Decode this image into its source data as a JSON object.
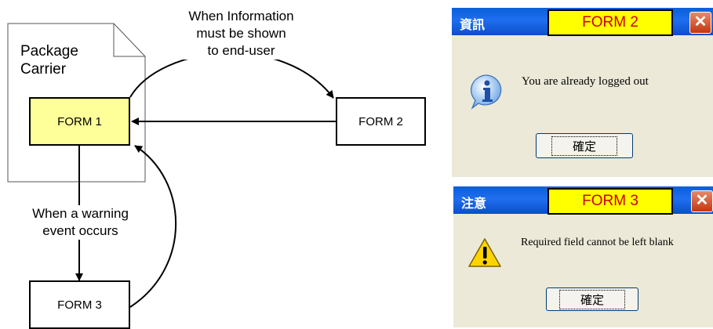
{
  "diagram": {
    "document_label": "Package\nCarrier",
    "form1": "FORM 1",
    "form2": "FORM 2",
    "form3": "FORM 3",
    "label_info": "When Information\nmust be shown\nto end-user",
    "label_warning": "When a warning\nevent occurs"
  },
  "dialog_info": {
    "title": "資訊",
    "tag": "FORM 2",
    "close": "✕",
    "message": "You are already logged out",
    "ok": "確定",
    "icon": "info-icon"
  },
  "dialog_warning": {
    "title": "注意",
    "tag": "FORM 3",
    "close": "✕",
    "message": "Required field cannot be left blank",
    "ok": "確定",
    "icon": "warning-icon"
  },
  "colors": {
    "form1_fill": "#ffff99",
    "tag_fill": "#ffff00",
    "tag_text": "#cc0000",
    "titlebar": "#0a5fd8",
    "dialog_bg": "#ece9d8"
  }
}
